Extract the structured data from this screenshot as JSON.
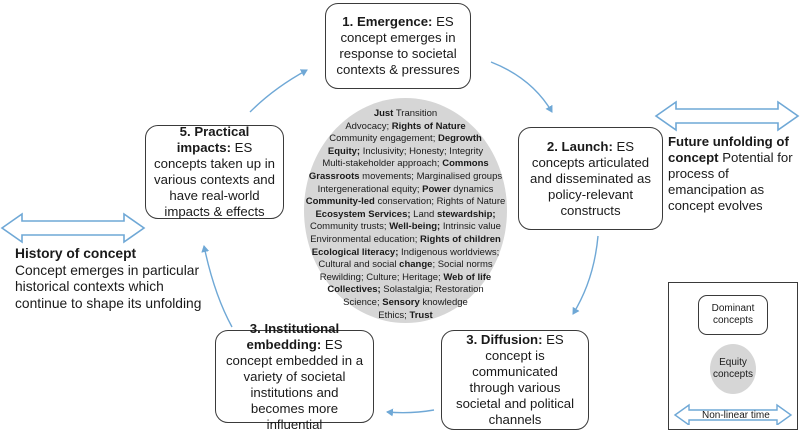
{
  "stages": {
    "s1": {
      "title": "1. Emergence:",
      "text": "ES concept emerges in response to societal contexts & pressures"
    },
    "s2": {
      "title": "2. Launch:",
      "text": "ES concepts articulated and disseminated as policy-relevant constructs"
    },
    "s3": {
      "title": "3. Diffusion:",
      "text": "ES concept is communicated through various societal and political channels"
    },
    "s4": {
      "title": "3. Institutional embedding:",
      "text": "ES concept embedded in a variety of societal institutions and becomes more influential"
    },
    "s5": {
      "title": "5. Practical impacts:",
      "text": "ES concepts taken up in various contexts and have real-world impacts & effects"
    }
  },
  "concepts": [
    [
      {
        "t": "Just",
        "b": true
      },
      {
        "t": " Transition",
        "b": false
      }
    ],
    [
      {
        "t": "Advocacy; ",
        "b": false
      },
      {
        "t": "Rights of Nature",
        "b": true
      }
    ],
    [
      {
        "t": "Community engagement; ",
        "b": false
      },
      {
        "t": "Degrowth",
        "b": true
      }
    ],
    [
      {
        "t": "Equity;",
        "b": true
      },
      {
        "t": " Inclusivity; Honesty; Integrity",
        "b": false
      }
    ],
    [
      {
        "t": "Multi-stakeholder approach; ",
        "b": false
      },
      {
        "t": "Commons",
        "b": true
      }
    ],
    [
      {
        "t": "Grassroots",
        "b": true
      },
      {
        "t": " movements; Marginalised groups",
        "b": false
      }
    ],
    [
      {
        "t": "Intergenerational equity; ",
        "b": false
      },
      {
        "t": "Power",
        "b": true
      },
      {
        "t": " dynamics",
        "b": false
      }
    ],
    [
      {
        "t": "Community-led",
        "b": true
      },
      {
        "t": " conservation; Rights of Nature",
        "b": false
      }
    ],
    [
      {
        "t": "Ecosystem Services;",
        "b": true
      },
      {
        "t": "  Land ",
        "b": false
      },
      {
        "t": "stewardship;",
        "b": true
      }
    ],
    [
      {
        "t": "Community trusts; ",
        "b": false
      },
      {
        "t": "Well-being;",
        "b": true
      },
      {
        "t": " Intrinsic value",
        "b": false
      }
    ],
    [
      {
        "t": "Environmental education; ",
        "b": false
      },
      {
        "t": "Rights of children",
        "b": true
      }
    ],
    [
      {
        "t": "Ecological literacy;",
        "b": true
      },
      {
        "t": " Indigenous worldviews;",
        "b": false
      }
    ],
    [
      {
        "t": "Cultural and social ",
        "b": false
      },
      {
        "t": "change",
        "b": true
      },
      {
        "t": "; Social norms",
        "b": false
      }
    ],
    [
      {
        "t": "Rewilding; Culture; Heritage; ",
        "b": false
      },
      {
        "t": "Web of life",
        "b": true
      }
    ],
    [
      {
        "t": "Collectives;",
        "b": true
      },
      {
        "t": " Solastalgia; Restoration",
        "b": false
      }
    ],
    [
      {
        "t": "Science; ",
        "b": false
      },
      {
        "t": "Sensory",
        "b": true
      },
      {
        "t": " knowledge",
        "b": false
      }
    ],
    [
      {
        "t": "Ethics; ",
        "b": false
      },
      {
        "t": "Trust",
        "b": true
      }
    ]
  ],
  "future": {
    "title": "Future unfolding of concept",
    "text": " Potential for process of emancipation as concept evolves"
  },
  "history": {
    "title": "History of concept",
    "text": "Concept emerges in particular historical contexts which continue to shape its unfolding"
  },
  "legend": {
    "dominant": "Dominant concepts",
    "equity": "Equity concepts",
    "time": "Non-linear time"
  },
  "colors": {
    "arrow": "#6fa8d6",
    "circle": "#d6d6d6",
    "border": "#3a3a3a"
  }
}
